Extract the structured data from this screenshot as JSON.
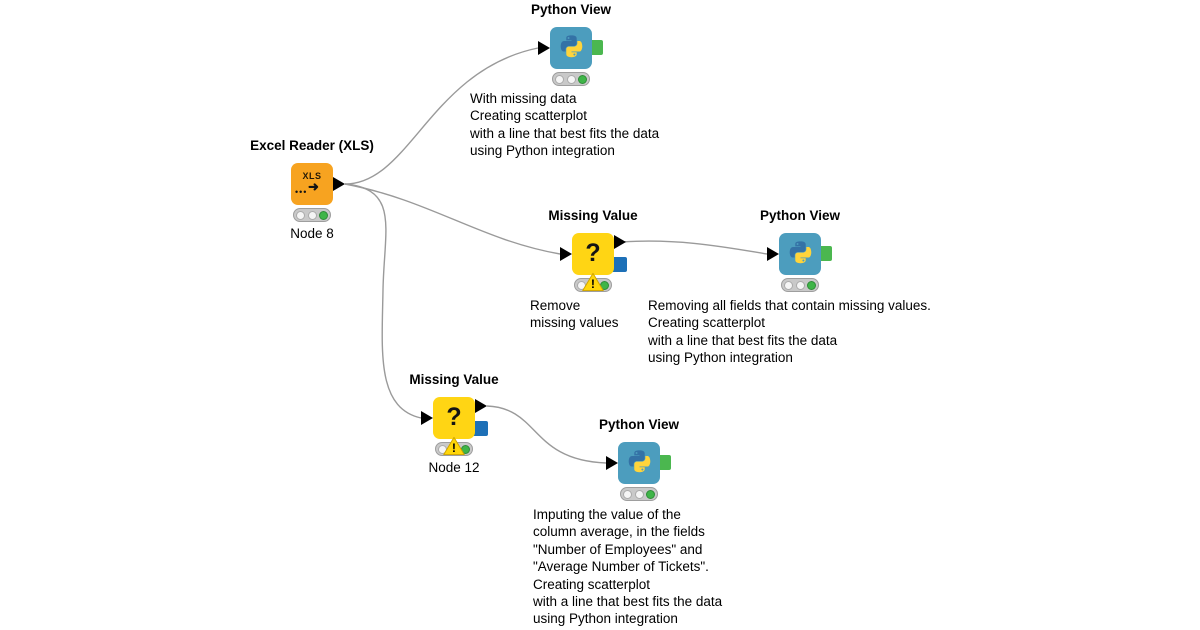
{
  "workflow": {
    "nodes": [
      {
        "id": "excel-reader",
        "title": "Excel Reader (XLS)",
        "label": "Node 8",
        "type": "Excel Reader",
        "icon": "xls-file-icon",
        "icon_text": "XLS",
        "status": "executed",
        "color": "#F7A320"
      },
      {
        "id": "python-view-top",
        "title": "Python View",
        "type": "Python View",
        "icon": "python-icon",
        "status": "executed",
        "color": "#4C9DBE"
      },
      {
        "id": "missing-value-mid",
        "title": "Missing Value",
        "type": "Missing Value",
        "icon": "question-mark-icon",
        "icon_text": "?",
        "status": "executed-with-warning",
        "color": "#FFD514"
      },
      {
        "id": "python-view-mid",
        "title": "Python View",
        "type": "Python View",
        "icon": "python-icon",
        "status": "executed",
        "color": "#4C9DBE"
      },
      {
        "id": "missing-value-bottom",
        "title": "Missing Value",
        "label": "Node 12",
        "type": "Missing Value",
        "icon": "question-mark-icon",
        "icon_text": "?",
        "status": "executed-with-warning",
        "color": "#FFD514"
      },
      {
        "id": "python-view-bottom",
        "title": "Python View",
        "type": "Python View",
        "icon": "python-icon",
        "status": "executed",
        "color": "#4C9DBE"
      }
    ],
    "edges": [
      {
        "from": "excel-reader",
        "to": "python-view-top"
      },
      {
        "from": "excel-reader",
        "to": "missing-value-mid"
      },
      {
        "from": "excel-reader",
        "to": "missing-value-bottom"
      },
      {
        "from": "missing-value-mid",
        "to": "python-view-mid"
      },
      {
        "from": "missing-value-bottom",
        "to": "python-view-bottom"
      }
    ],
    "annotations": [
      {
        "id": "python-view-top-note",
        "text": "With missing data\nCreating scatterplot\nwith a line that best fits the data\nusing Python integration"
      },
      {
        "id": "missing-value-mid-note",
        "text": "Remove\nmissing values"
      },
      {
        "id": "python-view-mid-note",
        "text": "Removing all fields that contain missing values.\nCreating scatterplot\nwith a line that best fits the data\nusing Python integration"
      },
      {
        "id": "python-view-bottom-note",
        "text": "Imputing the value of the\ncolumn average, in the fields\n\"Number of Employees\" and\n\"Average Number of Tickets\".\nCreating scatterplot\nwith a line that best fits the data\nusing Python integration"
      }
    ]
  },
  "glyphs": {
    "xls_arrow": "➜",
    "xls_dots": "•••",
    "warning_mark": "!"
  },
  "colors": {
    "canvas": "#FFFFFF",
    "edge": "#9A9A9A",
    "node_orange": "#F7A320",
    "node_yellow": "#FFD514",
    "node_blue": "#4C9DBE",
    "port_data_black": "#000000",
    "port_image_green": "#4BB74F",
    "port_model_blue": "#1D70B7",
    "status_green": "#3FB548",
    "warning_yellow": "#FFD60A",
    "python_blue": "#3472A6",
    "python_yellow": "#FFD43B"
  }
}
